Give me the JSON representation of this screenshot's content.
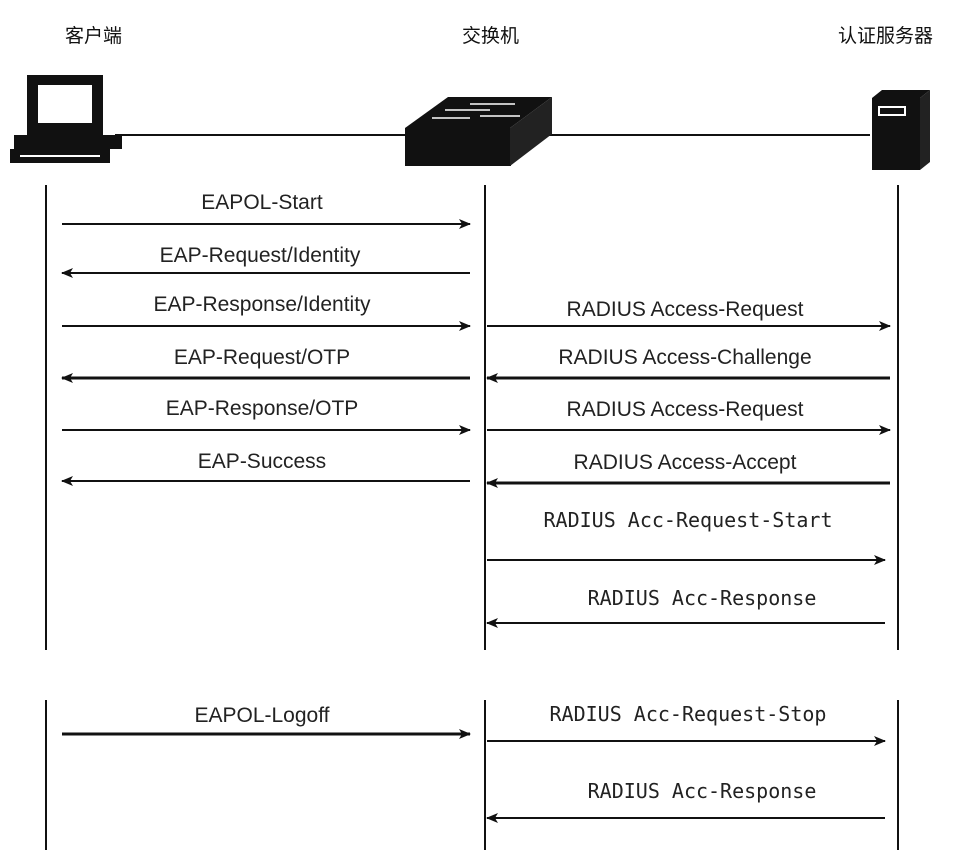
{
  "participants": {
    "client": "客户端",
    "switch": "交换机",
    "server": "认证服务器"
  },
  "messages": {
    "m1": "EAPOL-Start",
    "m2": "EAP-Request/Identity",
    "m3": "EAP-Response/Identity",
    "m4": "RADIUS Access-Request",
    "m5": "EAP-Request/OTP",
    "m6": "RADIUS Access-Challenge",
    "m7": "EAP-Response/OTP",
    "m8": "RADIUS Access-Request",
    "m9": "EAP-Success",
    "m10": "RADIUS Access-Accept",
    "m11": "RADIUS Acc-Request-Start",
    "m12": "RADIUS Acc-Response",
    "m13": "EAPOL-Logoff",
    "m14": "RADIUS Acc-Request-Stop",
    "m15": "RADIUS Acc-Response"
  },
  "icons": {
    "client": "computer-icon",
    "switch": "network-switch-icon",
    "server": "server-tower-icon"
  }
}
